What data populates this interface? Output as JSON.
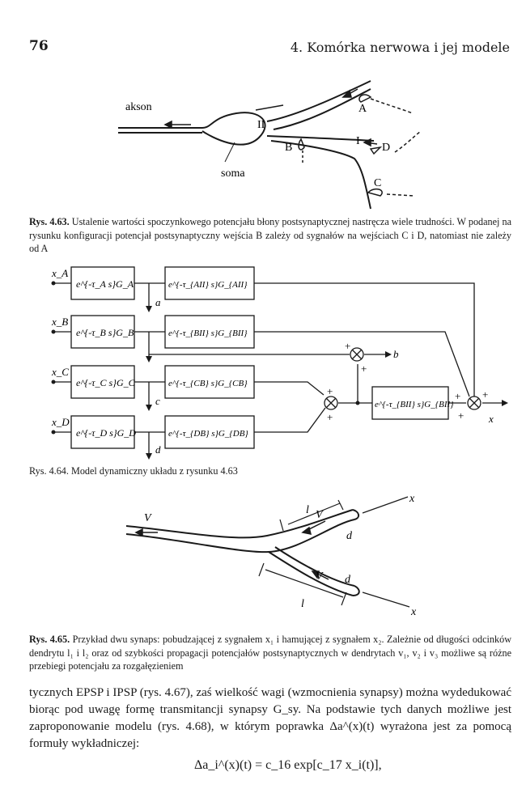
{
  "header": {
    "page_number": "76",
    "running_title": "4. Komórka nerwowa i jej modele"
  },
  "figure_463": {
    "labels": {
      "akson": "akson",
      "soma": "soma",
      "II": "II",
      "I": "I",
      "A": "A",
      "B": "B",
      "C": "C",
      "D": "D"
    },
    "caption_label": "Rys. 4.63.",
    "caption_text": "Ustalenie wartości spoczynkowego potencjału błony postsynaptycznej nastręcza wiele trudności. W podanej na rysunku konfiguracji potencjał postsynaptyczny wejścia B zależy od sygnałów na wejściach C i D, natomiast nie zależy od A"
  },
  "figure_464": {
    "inputs": [
      "x_A",
      "x_B",
      "x_C",
      "x_D"
    ],
    "blocks_left": [
      "e^{-τ_A s}G_A",
      "e^{-τ_B s}G_B",
      "e^{-τ_C s}G_C",
      "e^{-τ_D s}G_D"
    ],
    "blocks_right": [
      "e^{-τ_{AII} s}G_{AII}",
      "e^{-τ_{BII} s}G_{BII}",
      "e^{-τ_{CB} s}G_{CB}",
      "e^{-τ_{DB} s}G_{DB}"
    ],
    "block_out": "e^{-τ_{BII} s}G_{BII}",
    "outputs": [
      "a",
      "b",
      "c",
      "d",
      "x"
    ],
    "signs": "+",
    "caption": "Rys. 4.64. Model dynamiczny układu z rysunku 4.63"
  },
  "figure_465": {
    "labels": {
      "x1": "x",
      "x2": "x",
      "V1": "V",
      "V2": "V",
      "V3": "V",
      "l1": "l",
      "l2": "l",
      "d1": "d",
      "d2": "d"
    },
    "caption_label": "Rys. 4.65.",
    "caption_text": "Przykład dwu synaps: pobudzającej z sygnałem x₁ i hamującej z sygnałem x₂. Zależnie od długości odcinków dendrytu l₁ i l₂ oraz od szybkości propagacji potencjałów postsynaptycznych w dendrytach v₁, v₂ i v₃ możliwe są różne przebiegi potencjału za rozgałęzieniem"
  },
  "body": {
    "paragraph": "tycznych EPSP i IPSP (rys. 4.67), zaś wielkość wagi (wzmocnienia synapsy) można wydedukować biorąc pod uwagę formę transmitancji synapsy G_sy. Na podstawie tych danych możliwe jest zaproponowanie modelu (rys. 4.68), w którym poprawka Δa^(x)(t) wyrażona jest za pomocą formuły wykładniczej:",
    "formula": "Δa_i^(x)(t) = c_16 exp[c_17 x_i(t)],"
  }
}
